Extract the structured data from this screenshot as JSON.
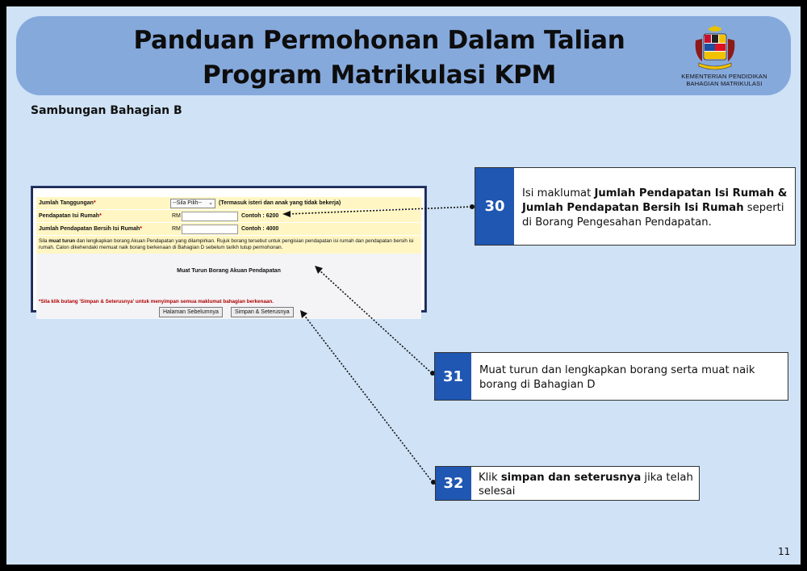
{
  "header": {
    "title_line1": "Panduan Permohonan Dalam Talian",
    "title_line2": "Program Matrikulasi KPM",
    "agency_line1": "KEMENTERIAN PENDIDIKAN",
    "agency_line2": "BAHAGIAN MATRIKULASI"
  },
  "section_label": "Sambungan Bahagian B",
  "form": {
    "dependents_label": "Jumlah Tanggungan",
    "dependents_select": "--Sila Pilih--",
    "dependents_note": "(Termasuk isteri dan anak yang tidak bekerja)",
    "income_label": "Pendapatan Isi Rumah",
    "income_currency": "RM",
    "income_example": "Contoh : 6200",
    "net_income_label": "Jumlah Pendapatan Bersih Isi Rumah",
    "net_income_currency": "RM",
    "net_income_example": "Contoh : 4000",
    "instruction_pre": "Sila ",
    "instruction_bold": "muat turun",
    "instruction_post": " dan lengkapkan borang Akuan Pendapatan yang dilampirkan. Rujuk borang tersebut untuk pengisian pendapatan isi rumah dan pendapatan bersih isi rumah. Calon dikehendaki memuat naik borang berkenaan di Bahagian D sebelum tarikh tutup permohonan.",
    "download_link": "Muat Turun Borang Akuan Pendapatan",
    "warning": "*Sila klik butang 'Simpan & Seterusnya' untuk menyimpan semua maklumat bahagian berkenaan.",
    "prev_button": "Halaman Sebelumnya",
    "next_button": "Simpan & Seterusnya"
  },
  "callouts": [
    {
      "number": "30",
      "text_a": "Isi maklumat ",
      "bold_a": "Jumlah Pendapatan Isi Rumah &",
      "bold_b": "Jumlah Pendapatan Bersih Isi Rumah",
      "text_b": " seperti di Borang Pengesahan Pendapatan."
    },
    {
      "number": "31",
      "text": "Muat turun dan lengkapkan borang serta muat naik borang di Bahagian D"
    },
    {
      "number": "32",
      "text_a": "Klik ",
      "bold": "simpan dan seterusnya",
      "text_b": " jika telah selesai"
    }
  ],
  "page_number": "11",
  "colors": {
    "background": "#cfe2f6",
    "header": "#86a9dc",
    "number_box": "#1f57b2"
  }
}
